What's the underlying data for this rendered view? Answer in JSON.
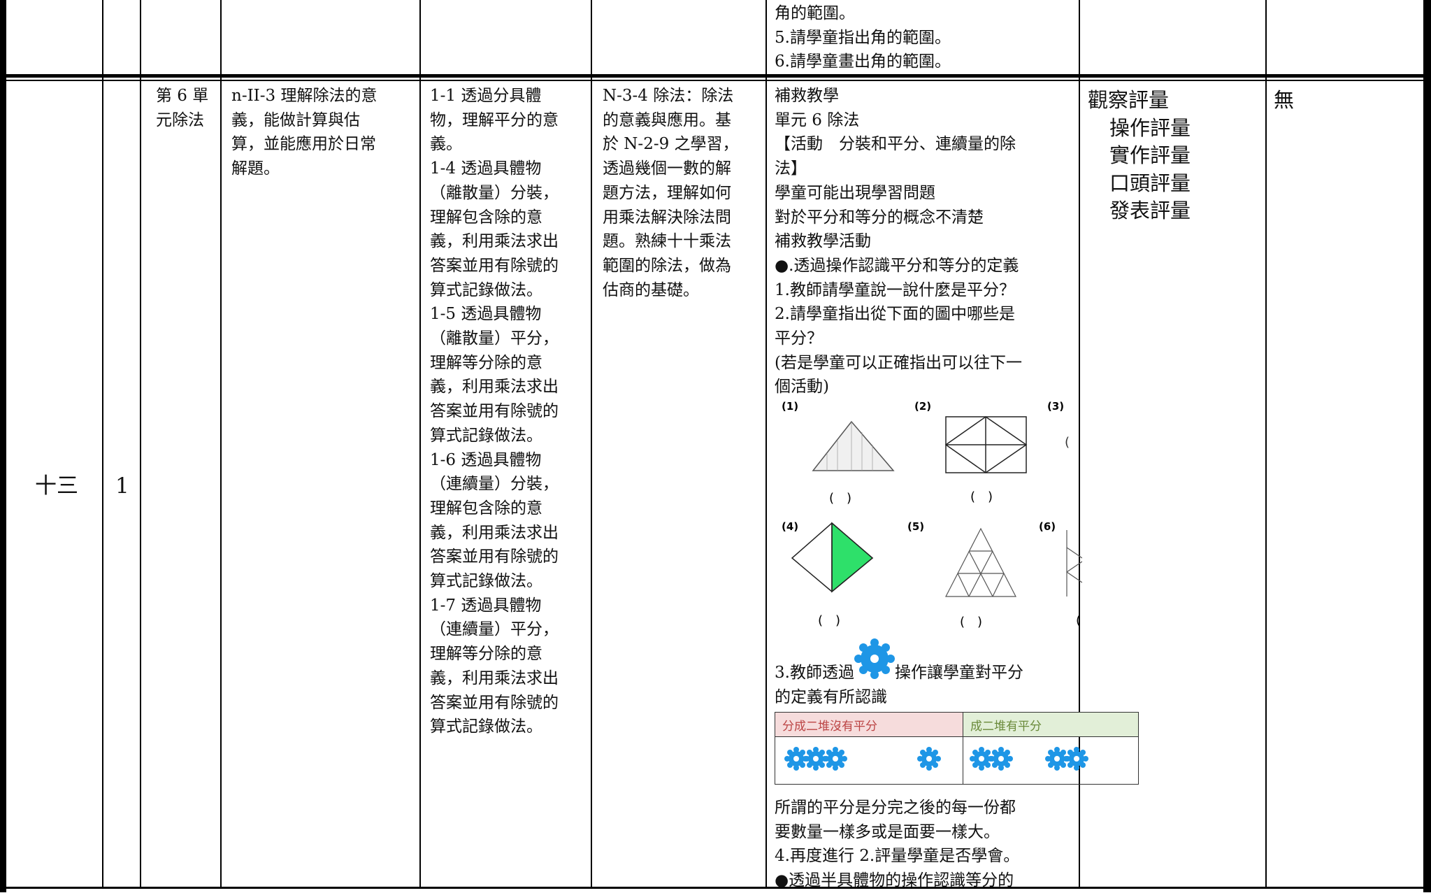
{
  "top_row": {
    "activity_lines": [
      "角的範圍。",
      "5.請學童指出角的範圍。",
      "6.請學童畫出角的範圍。"
    ]
  },
  "row": {
    "week": "十三",
    "periods": "1",
    "unit": [
      "第 6 單",
      "元除法"
    ],
    "learning_performance": [
      "n-II-3 理解除法的意",
      "義，能做計算與估",
      "算，並能應用於日常",
      "解題。"
    ],
    "learning_objectives": [
      "1-1 透過分具體",
      "物，理解平分的意",
      "義。",
      "1-4 透過具體物",
      "（離散量）分裝，",
      "理解包含除的意",
      "義，利用乘法求出",
      "答案並用有除號的",
      "算式記錄做法。",
      "1-5 透過具體物",
      "（離散量）平分，",
      "理解等分除的意",
      "義，利用乘法求出",
      "答案並用有除號的",
      "算式記錄做法。",
      "1-6 透過具體物",
      "（連續量）分裝，",
      "理解包含除的意",
      "義，利用乘法求出",
      "答案並用有除號的",
      "算式記錄做法。",
      "1-7 透過具體物",
      "（連續量）平分，",
      "理解等分除的意",
      "義，利用乘法求出",
      "答案並用有除號的",
      "算式記錄做法。"
    ],
    "learning_content": [
      "N-3-4 除法：除法",
      "的意義與應用。基",
      "於 N-2-9 之學習，",
      "透過幾個一數的解",
      "題方法，理解如何",
      "用乘法解決除法問",
      "題。熟練十十乘法",
      "範圍的除法，做為",
      "估商的基礎。"
    ],
    "activity_top": [
      "補救教學",
      "單元 6 除法",
      "【活動　分裝和平分、連續量的除",
      "法】",
      "學童可能出現學習問題",
      "對於平分和等分的概念不清楚",
      "補救教學活動",
      "●.透過操作認識平分和等分的定義",
      "1.教師請學童說一說什麼是平分？",
      "2.請學童指出從下面的圖中哪些是",
      "平分？",
      "(若是學童可以正確指出可以往下一",
      "個活動)"
    ],
    "figure_labels": [
      "(1)",
      "(2)",
      "(3)",
      "(4)",
      "(5)",
      "(6)"
    ],
    "paren": "(　)",
    "activity_mid_1a": "3.教師透過",
    "activity_mid_1b": "操作讓學童對平分",
    "activity_mid_2": "的定義有所認識",
    "legend_headers": [
      "分成二堆沒有平分",
      "成二堆有平分"
    ],
    "activity_bottom": [
      "所謂的平分是分完之後的每一份都",
      "要數量一樣多或是面要一樣大。",
      "4.再度進行 2.評量學童是否學會。",
      "●透過半具體物的操作認識等分的"
    ],
    "assessment": [
      "觀察評量",
      "操作評量",
      "實作評量",
      "口頭評量",
      "發表評量"
    ],
    "remarks": "無"
  },
  "colors": {
    "green": "#2ee06a",
    "blue": "#1e96e6",
    "pink": "#f6dcdc",
    "light_green": "#e2efd8"
  }
}
